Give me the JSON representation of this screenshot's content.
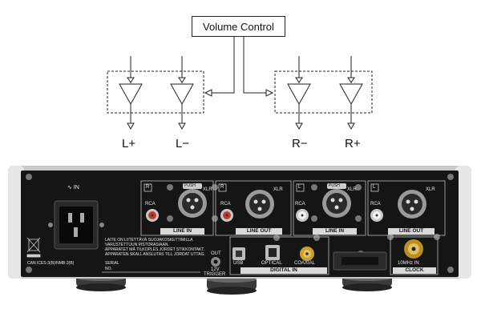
{
  "diagram": {
    "volume_control": "Volume Control",
    "outputs": [
      "L+",
      "L−",
      "R−",
      "R+"
    ]
  },
  "panel": {
    "power_label": "∿ IN",
    "xlr": "XLR",
    "rca": "RCA",
    "push": "PUSH",
    "channel_r": "R",
    "channel_l": "L",
    "line_in": "LINE IN",
    "line_out": "LINE OUT",
    "digital_in": "DIGITAL IN",
    "usb": "USB",
    "optical": "OPTICAL",
    "coaxial": "COAXIAL",
    "clock_freq": "10MHz IN",
    "clock": "CLOCK",
    "trigger_out": "OUT",
    "trigger_v": "12V",
    "trigger": "TRIGGER",
    "serial": "SERIAL",
    "serial_no": "NO.",
    "warning_lines": [
      "LAITE ON LIITETTÄVÄ SUOJAKOSKETTIMILLA",
      "VARUSTETTUUN PISTORASIAAN.",
      "APPARATET MÅ TILKOPLES JORDET STIKKONTAKT.",
      "APPARATEN SKALL ANSLUTAS TILL JORDAT UTTAG."
    ],
    "cert_lines": [
      "CAN ICES-3(B)/NMB-3(B)"
    ]
  }
}
